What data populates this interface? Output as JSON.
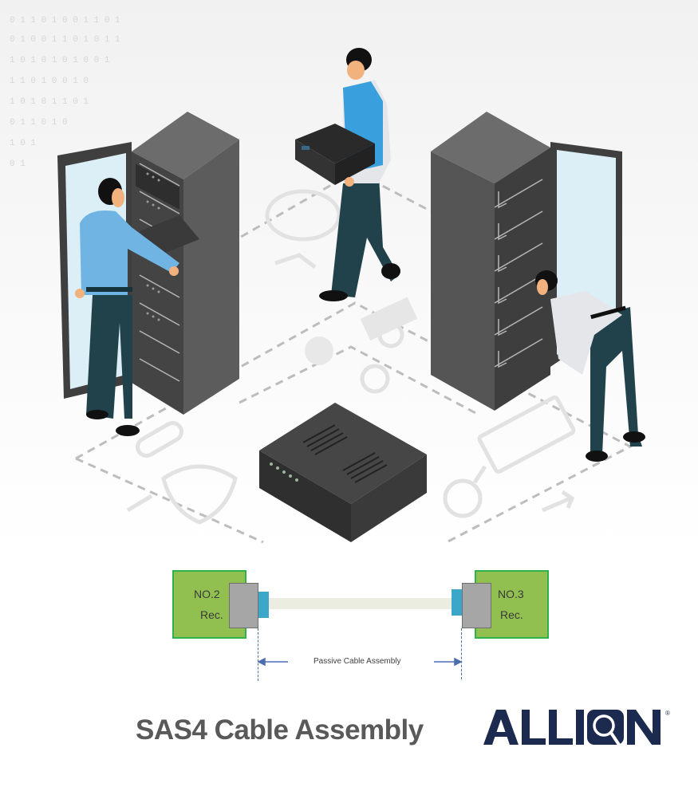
{
  "illustration": {
    "description": "Isometric data center scene: three technicians servicing two server racks, a person carrying a server unit, and a server chassis on the floor",
    "colors": {
      "rack_dark": "#4a4a4a",
      "rack_side": "#5f5f5f",
      "rack_top": "#6c6c6c",
      "door_glass": "#dcefF7",
      "shirt_blue": "#6fb4e3",
      "vest_blue": "#3aa0dd",
      "shirt_white": "#e4e6ea",
      "pants": "#21424a",
      "shoes": "#111111",
      "hair": "#111111",
      "skin": "#f2b27e",
      "floor_dash": "#bdbdbd",
      "floor_icon": "#e3e3e3"
    },
    "background_digits": [
      "0",
      "1",
      "1",
      "0",
      "1",
      "0",
      "0",
      "1",
      "1",
      "0",
      "1",
      "0",
      "1",
      "1",
      "0",
      "0",
      "1",
      "0",
      "1",
      "1",
      "0",
      "1",
      "0",
      "0"
    ]
  },
  "diagram": {
    "left_box": {
      "line1": "NO.2",
      "line2": "Rec."
    },
    "right_box": {
      "line1": "NO.3",
      "line2": "Rec."
    },
    "dimension_label": "Passive Cable Assembly",
    "colors": {
      "box_fill": "#92c050",
      "box_border": "#2db34a",
      "connector": "#a6a6a6",
      "plug": "#3ca7c9",
      "cable": "#eaede0",
      "dimension": "#4a6fae"
    }
  },
  "footer": {
    "title": "SAS4 Cable Assembly",
    "logo_text": "ALLION",
    "logo_mark": "®",
    "logo_color": "#1c2a50"
  }
}
